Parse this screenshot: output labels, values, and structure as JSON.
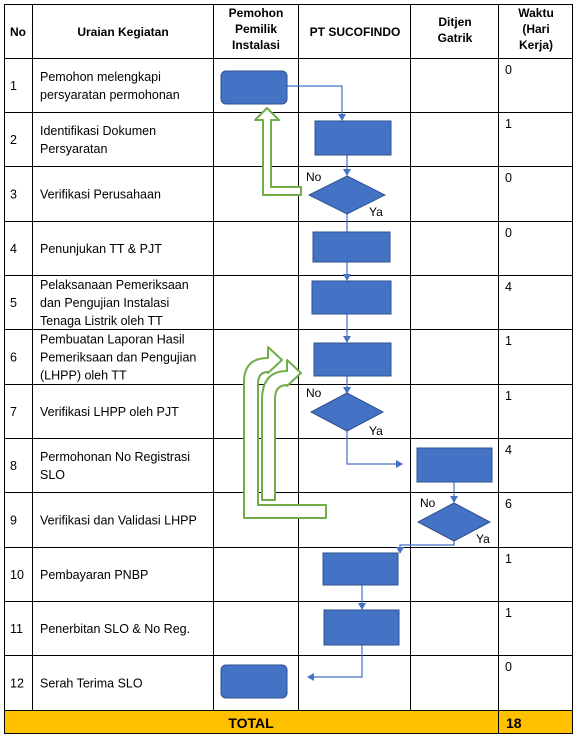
{
  "headers": {
    "no": "No",
    "uraian": "Uraian Kegiatan",
    "pemohon": [
      "Pemohon",
      "Pemilik",
      "Instalasi"
    ],
    "sucofindo": "PT SUCOFINDO",
    "ditjen": [
      "Ditjen",
      "Gatrik"
    ],
    "waktu": [
      "Waktu",
      "(Hari",
      "Kerja)"
    ]
  },
  "rows": [
    {
      "no": "1",
      "lines": [
        "Pemohon melengkapi",
        "persyaratan permohonan"
      ],
      "waktu": "0"
    },
    {
      "no": "2",
      "lines": [
        "Identifikasi Dokumen",
        "Persyaratan"
      ],
      "waktu": "1"
    },
    {
      "no": "3",
      "lines": [
        "Verifikasi Perusahaan"
      ],
      "waktu": "0"
    },
    {
      "no": "4",
      "lines": [
        "Penunjukan TT & PJT"
      ],
      "waktu": "0"
    },
    {
      "no": "5",
      "lines": [
        "Pelaksanaan Pemeriksaan",
        "dan Pengujian Instalasi",
        "Tenaga Listrik oleh TT"
      ],
      "waktu": "4"
    },
    {
      "no": "6",
      "lines": [
        "Pembuatan Laporan Hasil",
        "Pemeriksaan dan Pengujian",
        "(LHPP) oleh TT"
      ],
      "waktu": "1"
    },
    {
      "no": "7",
      "lines": [
        "Verifikasi LHPP oleh PJT"
      ],
      "waktu": "1"
    },
    {
      "no": "8",
      "lines": [
        "Permohonan No Registrasi",
        "SLO"
      ],
      "waktu": "4"
    },
    {
      "no": "9",
      "lines": [
        "Verifikasi dan Validasi LHPP"
      ],
      "waktu": "6"
    },
    {
      "no": "10",
      "lines": [
        "Pembayaran PNBP"
      ],
      "waktu": "1"
    },
    {
      "no": "11",
      "lines": [
        "Penerbitan SLO & No Reg."
      ],
      "waktu": "1"
    },
    {
      "no": "12",
      "lines": [
        "Serah Terima SLO"
      ],
      "waktu": "0"
    }
  ],
  "decision_labels": {
    "no": "No",
    "yes": "Ya"
  },
  "total": {
    "label": "TOTAL",
    "value": "18"
  },
  "colors": {
    "shape_fill": "#4472c4",
    "shape_stroke": "#2f528f",
    "connector": "#4472c4",
    "loop_arrow": "#70ad47",
    "total_fill": "#ffc000",
    "grid": "#000000"
  }
}
